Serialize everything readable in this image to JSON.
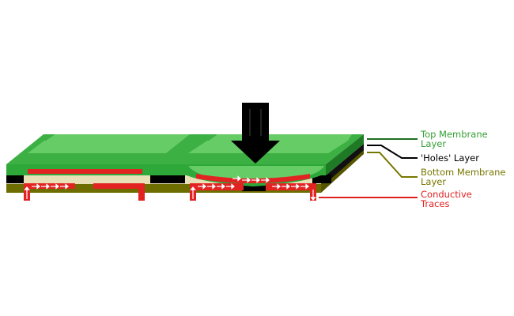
{
  "labels": {
    "top_membrane": {
      "line1": "Top Membrane",
      "line2": "Layer"
    },
    "holes": {
      "line1": "'Holes' Layer"
    },
    "bottom_membrane": {
      "line1": "Bottom Membrane",
      "line2": "Layer"
    },
    "traces": {
      "line1": "Conductive",
      "line2": "Traces"
    }
  },
  "colors": {
    "top_membrane": "#2fa83a",
    "top_membrane_light": "#66cc66",
    "holes": "#000000",
    "bottom_membrane": "#6e6e00",
    "substrate_cream": "#e8e1b8",
    "traces": "#e32222",
    "arrow": "#000000",
    "top_label_text": "#33a033",
    "holes_label_text": "#000000",
    "bottom_label_text": "#777700",
    "traces_label_text": "#e02020"
  },
  "icons": {
    "press_arrow": "down-arrow-icon",
    "current_arrows": "right-arrow-icon"
  }
}
